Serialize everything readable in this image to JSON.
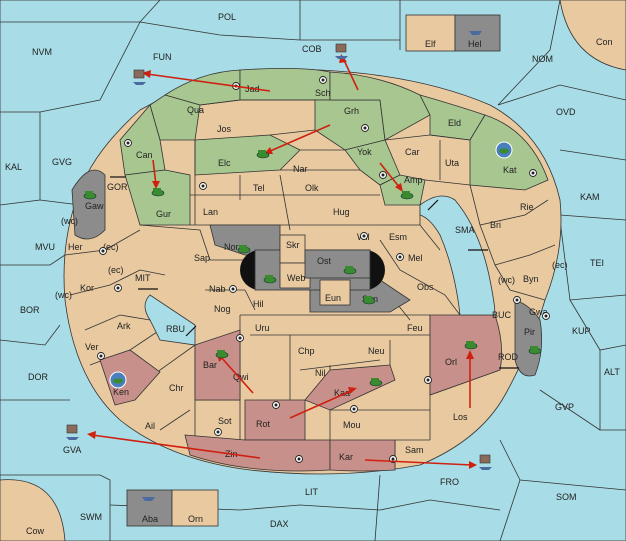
{
  "colors": {
    "sea": "#a8dce6",
    "neutral_land": "#e8c9a0",
    "green_power": "#a8c690",
    "red_power": "#c8908a",
    "grey_power": "#8c8c8c",
    "blue_power": "#4a7fbf",
    "order_arrow": "#d02010"
  },
  "regions": {
    "POL": "POL",
    "NVM": "NVM",
    "FUN": "FUN",
    "COB": "COB",
    "NOM": "NOM",
    "Elf": "Elf",
    "Hel": "Hel",
    "Con": "Con",
    "OVD": "OVD",
    "KAL": "KAL",
    "GVG": "GVG",
    "KAM": "KAM",
    "MVU": "MVU",
    "TEI": "TEI",
    "BOR": "BOR",
    "KUP": "KUP",
    "DOR": "DOR",
    "ALT": "ALT",
    "GVP": "GVP",
    "GVA": "GVA",
    "FRO": "FRO",
    "SOM": "SOM",
    "LIT": "LIT",
    "SWM": "SWM",
    "DAX": "DAX",
    "Cow": "Cow",
    "Aba": "Aba",
    "Orn": "Orn",
    "Jad": "Jad",
    "Sch": "Sch",
    "Qua": "Qua",
    "Grh": "Grh",
    "Jos": "Jos",
    "Eld": "Eld",
    "Can": "Can",
    "Elc": "Elc",
    "Yok": "Yok",
    "Car": "Car",
    "Uta": "Uta",
    "Kat": "Kat",
    "Nar": "Nar",
    "Amp": "Amp",
    "Gur": "Gur",
    "Tel": "Tel",
    "Olk": "Olk",
    "Lan": "Lan",
    "Hug": "Hug",
    "Rie": "Rie",
    "Gaw": "Gaw",
    "Wil": "Wil",
    "Esm": "Esm",
    "Bri": "Bri",
    "SMA": "SMA",
    "Her": "Her",
    "Nor": "Nor",
    "Skr": "Skr",
    "Mel": "Mel",
    "Sap": "Sap",
    "Ost": "Ost",
    "Web": "Web",
    "Byn": "Byn",
    "Kor": "Kor",
    "Nab": "Nab",
    "Obs": "Obs",
    "Eun": "Eun",
    "Sun": "Sun",
    "Hil": "Hil",
    "Gwa": "Gwa",
    "Ark": "Ark",
    "Nog": "Nog",
    "Uru": "Uru",
    "Feu": "Feu",
    "Pir": "Pir",
    "BUC": "BUC",
    "RBU": "RBU",
    "MIT": "MIT",
    "Ver": "Ver",
    "Chp": "Chp",
    "Neu": "Neu",
    "Orl": "Orl",
    "ROD": "ROD",
    "Bar": "Bar",
    "Qwi": "Qwi",
    "Nil": "Nil",
    "Ken": "Ken",
    "Chr": "Chr",
    "Kaa": "Kaa",
    "Los": "Los",
    "Rot": "Rot",
    "Sot": "Sot",
    "Ail": "Ail",
    "Mou": "Mou",
    "Zin": "Zin",
    "Kar": "Kar",
    "Sam": "Sam",
    "GOR": "GOR"
  },
  "coast_labels": {
    "wc": "(wc)",
    "ec": "(ec)"
  }
}
